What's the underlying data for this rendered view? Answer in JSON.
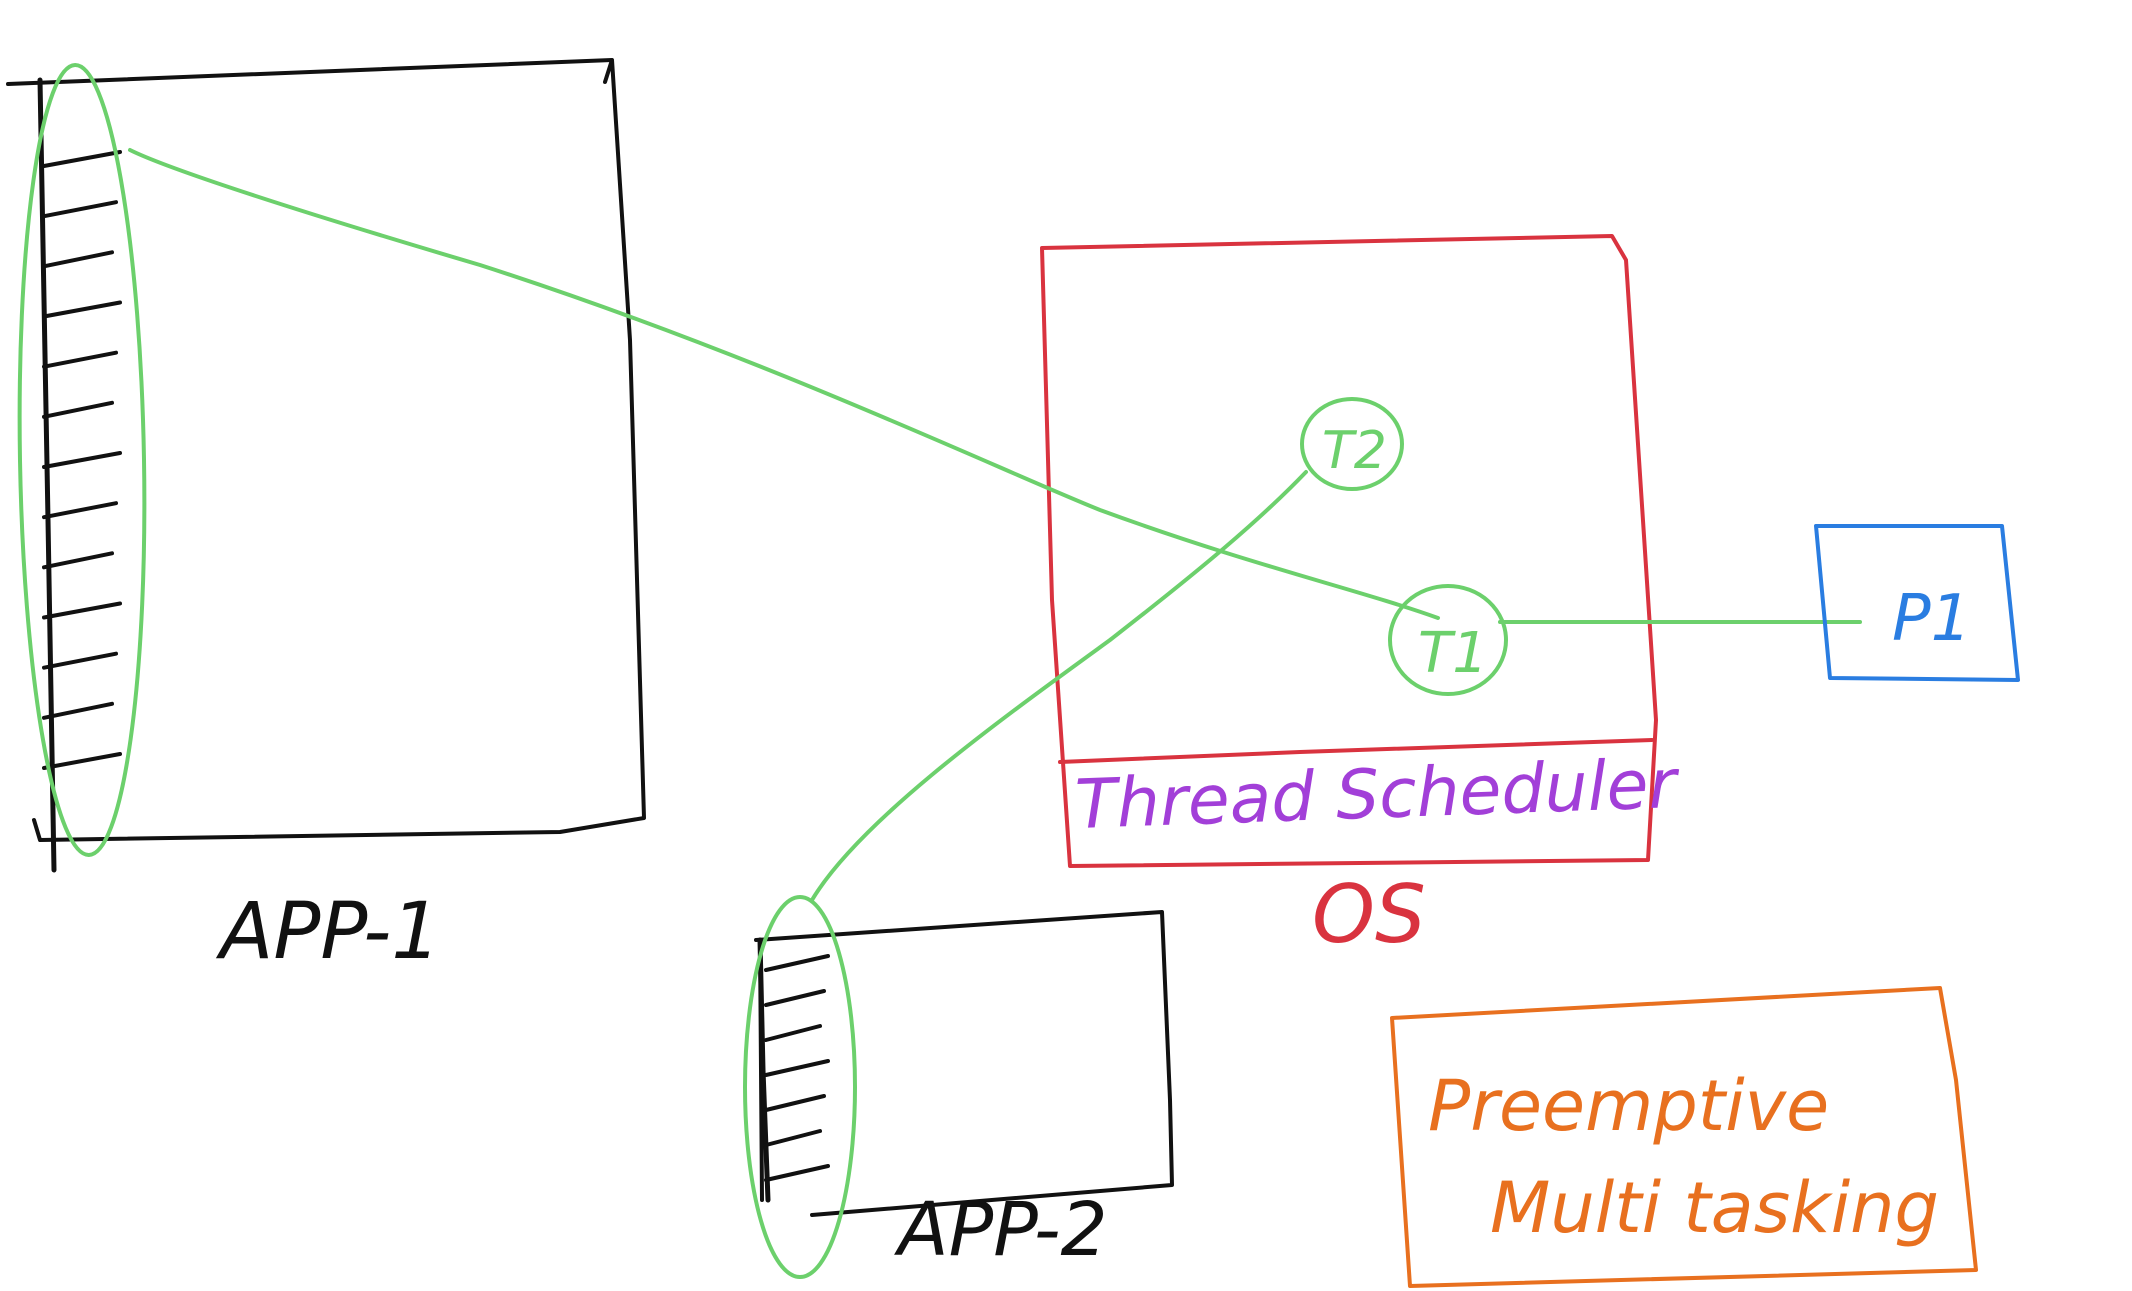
{
  "colors": {
    "app_ink": "#111111",
    "thread_link": "#6cd06c",
    "os_box": "#d9333f",
    "scheduler_text": "#a23fd8",
    "processor_box": "#2a7de1",
    "note_box": "#e8701f"
  },
  "app1": {
    "label": "APP-1",
    "thread_count": 13
  },
  "app2": {
    "label": "APP-2",
    "thread_count": 7
  },
  "os": {
    "label": "OS",
    "scheduler_label": "Thread Scheduler",
    "thread_t1": "T1",
    "thread_t2": "T2"
  },
  "processor": {
    "label": "P1"
  },
  "note": {
    "line1": "Preemptive",
    "line2": "Multi tasking"
  }
}
